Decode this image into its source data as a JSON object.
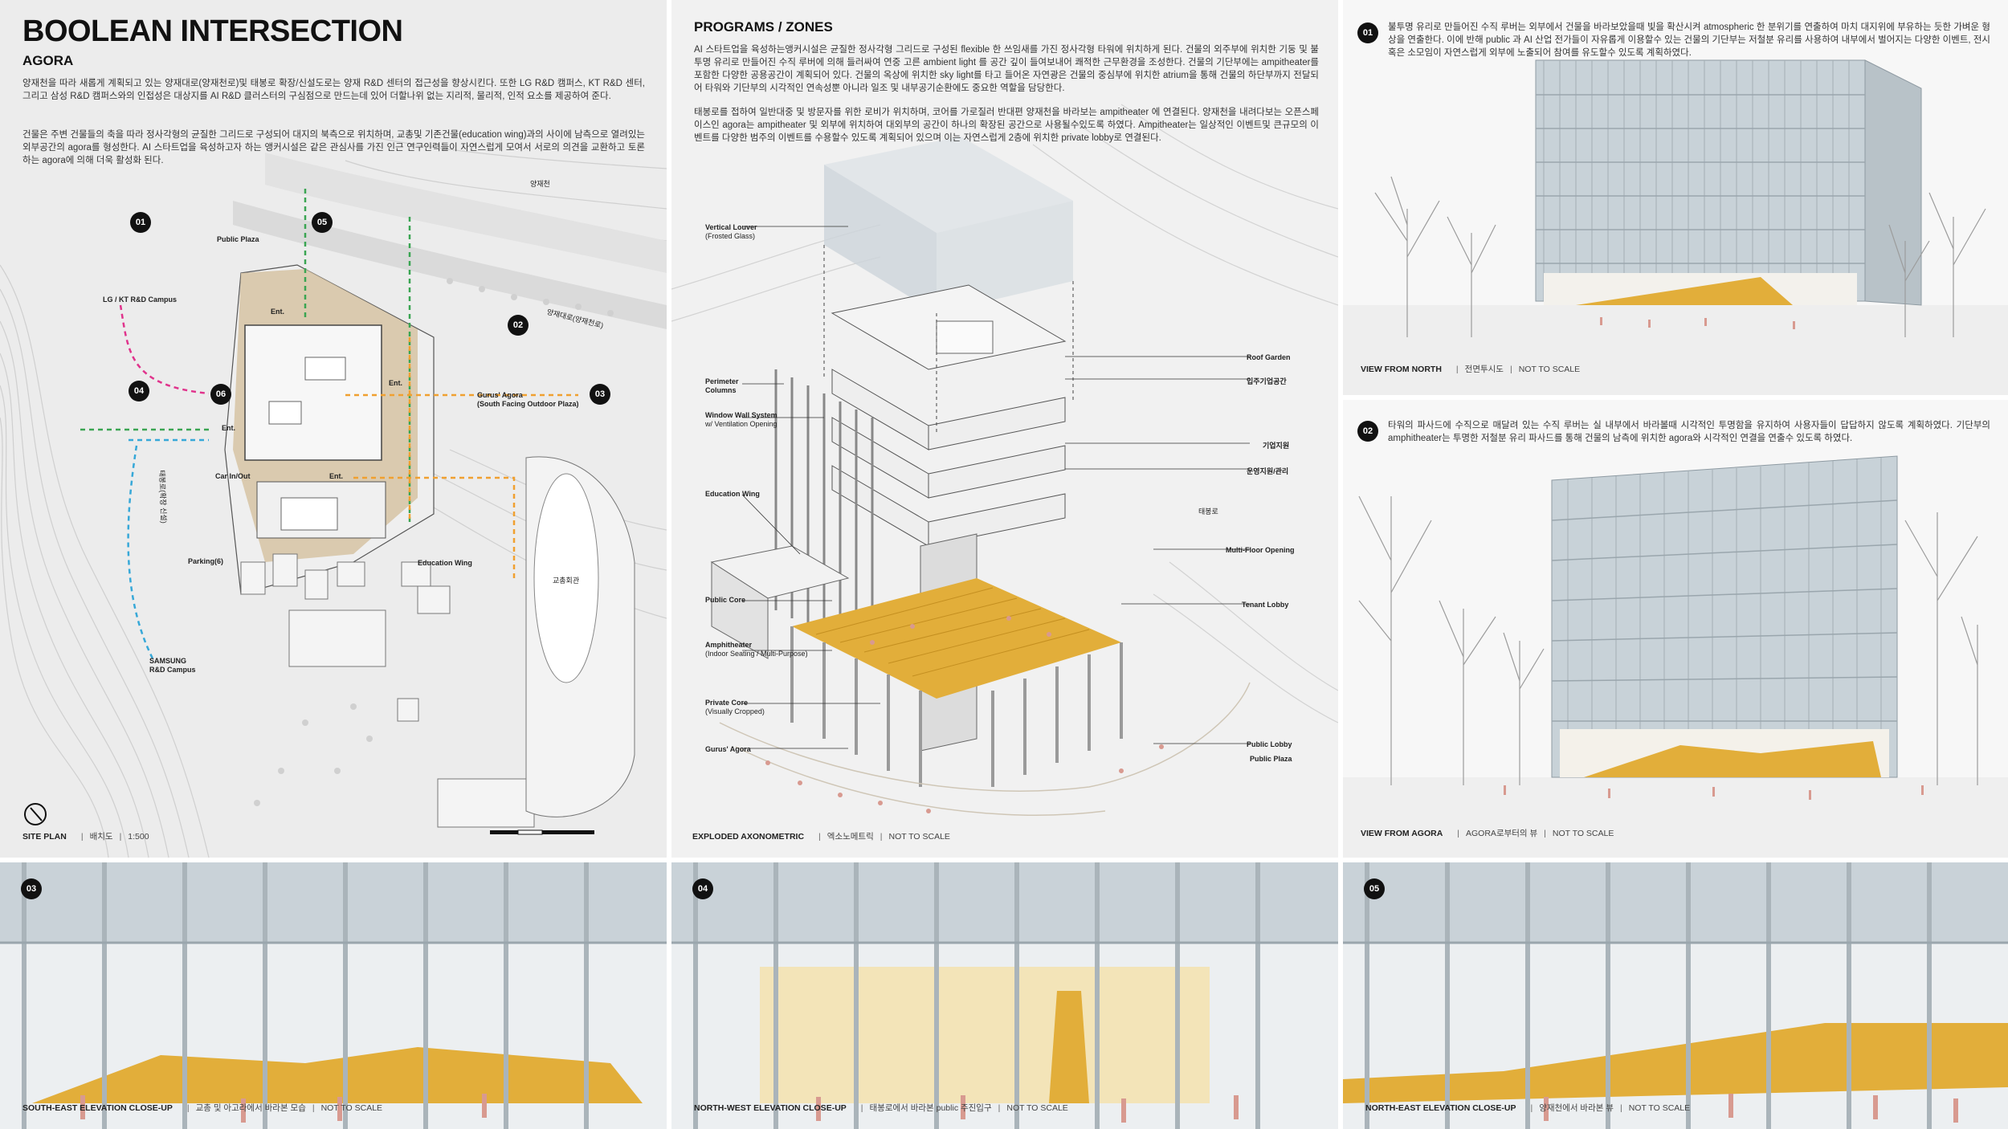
{
  "header": {
    "title": "BOOLEAN INTERSECTION",
    "subtitle": "AGORA"
  },
  "site": {
    "para1": "양재천을 따라 새롭게 계획되고 있는 양재대로(양재천로)및 태봉로 확장/신설도로는 양재 R&D 센터의 접근성을 향상시킨다. 또한 LG R&D 캠퍼스, KT R&D 센터, 그리고 삼성 R&D 캠퍼스와의 인접성은 대상지를 AI R&D 클러스터의 구심점으로 만드는데 있어 더할나위 없는 지리적, 물리적, 인적 요소를 제공하여 준다.",
    "para2": "건물은 주변 건물들의 축을 따라 정사각형의 균질한 그리드로 구성되어 대지의 북측으로 위치하며, 교총및 기존건물(education wing)과의 사이에 남측으로 열려있는 외부공간의 agora를 형성한다. AI 스타트업을 육성하고자 하는 앵커시설은 같은 관심사를 가진 인근 연구인력들이 자연스럽게 모여서 서로의 의견을 교환하고 토론하는 agora에 의해 더욱 활성화 된다.",
    "labels": {
      "public_plaza": "Public Plaza",
      "lg_kt": "LG / KT R&D Campus",
      "samsung1": "SAMSUNG",
      "samsung2": "R&D Campus",
      "gurus1": "Gurus' Agora",
      "gurus2": "(South Facing Outdoor Plaza)",
      "car": "Car In/Out",
      "parking": "Parking(6)",
      "edu": "Education Wing",
      "ent": "Ent.",
      "river": "양재천",
      "road1": "양재대로(양재천로)",
      "road2": "태봉로(확장 신설)",
      "hall": "교총회관"
    },
    "markers": [
      "01",
      "02",
      "03",
      "04",
      "05",
      "06"
    ],
    "caption": {
      "name": "SITE PLAN",
      "ko": "배치도",
      "scale": "1:500"
    }
  },
  "axo": {
    "title": "PROGRAMS / ZONES",
    "para1": "AI 스타트업을 육성하는앵커시설은 균질한 정사각형 그리드로 구성된 flexible 한 쓰임새를 가진 정사각형 타워에 위치하게 된다. 건물의 외주부에 위치한 기둥 및 불투명 유리로 만들어진 수직 루버에 의해 들러싸여 연중 고른 ambient light 를 공간 깊이 들여보내어 쾌적한 근무환경을 조성한다. 건물의 기단부에는 ampitheater를 포함한 다양한 공용공간이 계획되어 있다. 건물의 옥상에 위치한 sky light를 타고 들어온 자연광은 건물의 중심부에 위치한 atrium을 통해 건물의 하단부까지 전달되어 타워와 기단부의 시각적인 연속성뿐 아니라 일조 및 내부공기순환에도 중요한 역할을 담당한다.",
    "para2": "태봉로를 접하여 일반대중 및 방문자를 위한 로비가 위치하며, 코어를 가로질러 반대편 양재천을 바라보는 ampitheater 에 연결된다. 양재천을 내려다보는 오픈스페이스인 agora는 ampitheater 및 외부에 위치하여 대외부의 공간이 하나의 확장된 공간으로 사용될수있도록 하였다. Ampitheater는 일상적인 이벤트및 큰규모의 이벤트를 다양한 범주의 이벤트를 수용할수 있도록 계획되어 있으며 이는 자연스럽게 2층에 위치한 private lobby로 연결된다.",
    "left_labels": {
      "louver1": "Vertical Louver",
      "louver2": "(Frosted Glass)",
      "perim1": "Perimeter",
      "perim2": "Columns",
      "window1": "Window Wall System",
      "window2": "w/ Ventilation Opening",
      "edu": "Education Wing",
      "core": "Public Core",
      "amph1": "Amphitheater",
      "amph2": "(Indoor Seating / Multi-Purpose)",
      "priv1": "Private Core",
      "priv2": "(Visually Cropped)",
      "gurus": "Gurus' Agora"
    },
    "right_labels": {
      "roof": "Roof Garden",
      "tenant_office": "입주기업공간",
      "support": "기업지원",
      "ops": "운영지원/관리",
      "road": "태봉로",
      "multi": "Multi-Floor Opening",
      "lobby": "Tenant Lobby",
      "pub_lobby": "Public Lobby",
      "pub_plaza": "Public Plaza"
    },
    "caption": {
      "name": "EXPLODED AXONOMETRIC",
      "ko": "엑소노메트릭",
      "scale": "NOT TO SCALE"
    }
  },
  "view1": {
    "marker": "01",
    "text": "불투명 유리로 만들어진 수직 루버는 외부에서 건물을 바라보았을때 빛을 확산시켜 atmospheric 한 분위기를 연출하여 마치 대지위에 부유하는 듯한 가벼운 형상을 연출한다. 이에 반해 public 과 AI 산업 전가들이 자유롭게 이용할수 있는 건물의 기단부는 저철분 유리를 사용하여 내부에서 벌어지는 다양한 이벤트, 전시 혹은 소모임이 자연스럽게 외부에 노출되어 참여를 유도할수 있도록 계획하였다.",
    "caption": {
      "name": "VIEW FROM NORTH",
      "ko": "전면투시도",
      "scale": "NOT TO SCALE"
    }
  },
  "view2": {
    "marker": "02",
    "text": "타워의 파사드에 수직으로 매달려 있는 수직 루버는 실 내부에서 바라볼때 시각적인 투명함을 유지하여 사용자들이 답답하지 않도록 계획하였다. 기단부의 amphitheater는 투명한 저철분 유리 파사드를 통해 건물의 남측에 위치한 agora와 시각적인 연결을 연출수 있도록 하였다.",
    "caption": {
      "name": "VIEW FROM AGORA",
      "ko": "AGORA로부터의 뷰",
      "scale": "NOT TO SCALE"
    }
  },
  "bottom": [
    {
      "marker": "03",
      "caption": {
        "name": "SOUTH-EAST ELEVATION CLOSE-UP",
        "ko": "교총 및 아고라에서 바라본 모습",
        "scale": "NOT TO SCALE"
      }
    },
    {
      "marker": "04",
      "caption": {
        "name": "NORTH-WEST ELEVATION CLOSE-UP",
        "ko": "태봉로에서 바라본 public 주진입구",
        "scale": "NOT TO SCALE"
      }
    },
    {
      "marker": "05",
      "caption": {
        "name": "NORTH-EAST ELEVATION CLOSE-UP",
        "ko": "양재천에서 바라본 뷰",
        "scale": "NOT TO SCALE"
      }
    }
  ],
  "colors": {
    "accent_gold": "#e2ae3a",
    "path_green": "#3aa552",
    "path_orange": "#f0a030",
    "path_pink": "#e0338c",
    "path_blue": "#37a8d8",
    "glass": "#c8d2d8"
  }
}
